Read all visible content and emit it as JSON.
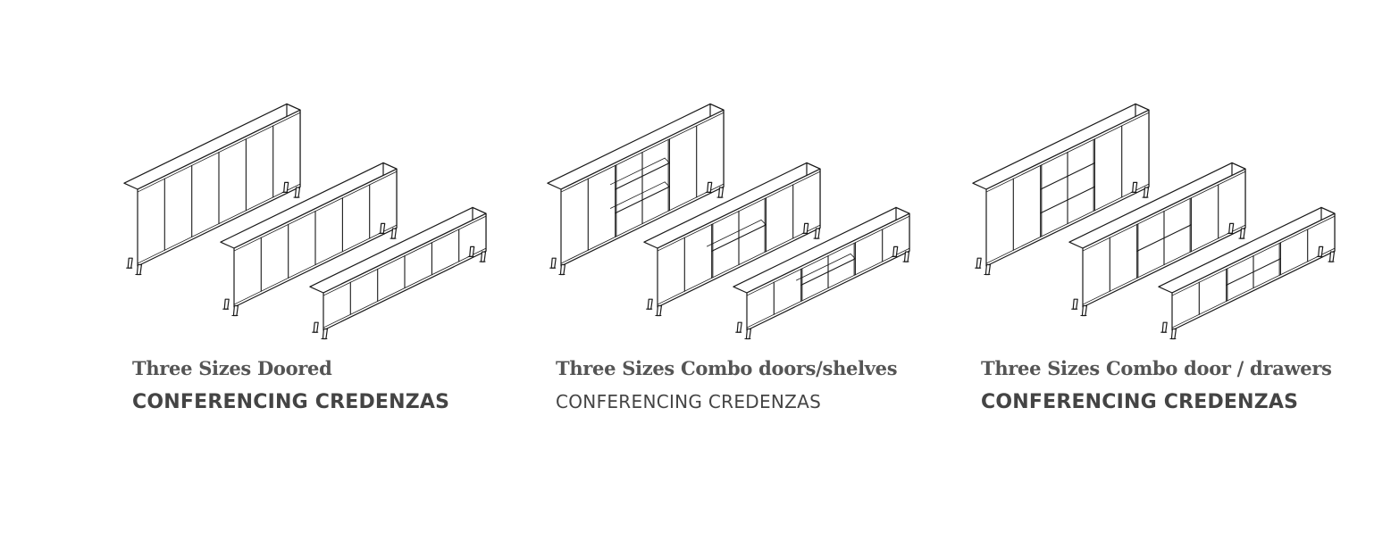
{
  "panels": [
    {
      "subtitle": "Three Sizes Doored",
      "title": "CONFERENCING CREDENZAS",
      "variant": "doors"
    },
    {
      "subtitle": "Three Sizes Combo  doors/shelves",
      "title": "CONFERENCING CREDENZAS",
      "variant": "shelves"
    },
    {
      "subtitle": "Three Sizes Combo door / drawers",
      "title": "CONFERENCING CREDENZAS",
      "variant": "drawers"
    }
  ],
  "colors": {
    "line": "#1a1a1a",
    "text_subtitle": "#555555",
    "text_title": "#444444"
  }
}
